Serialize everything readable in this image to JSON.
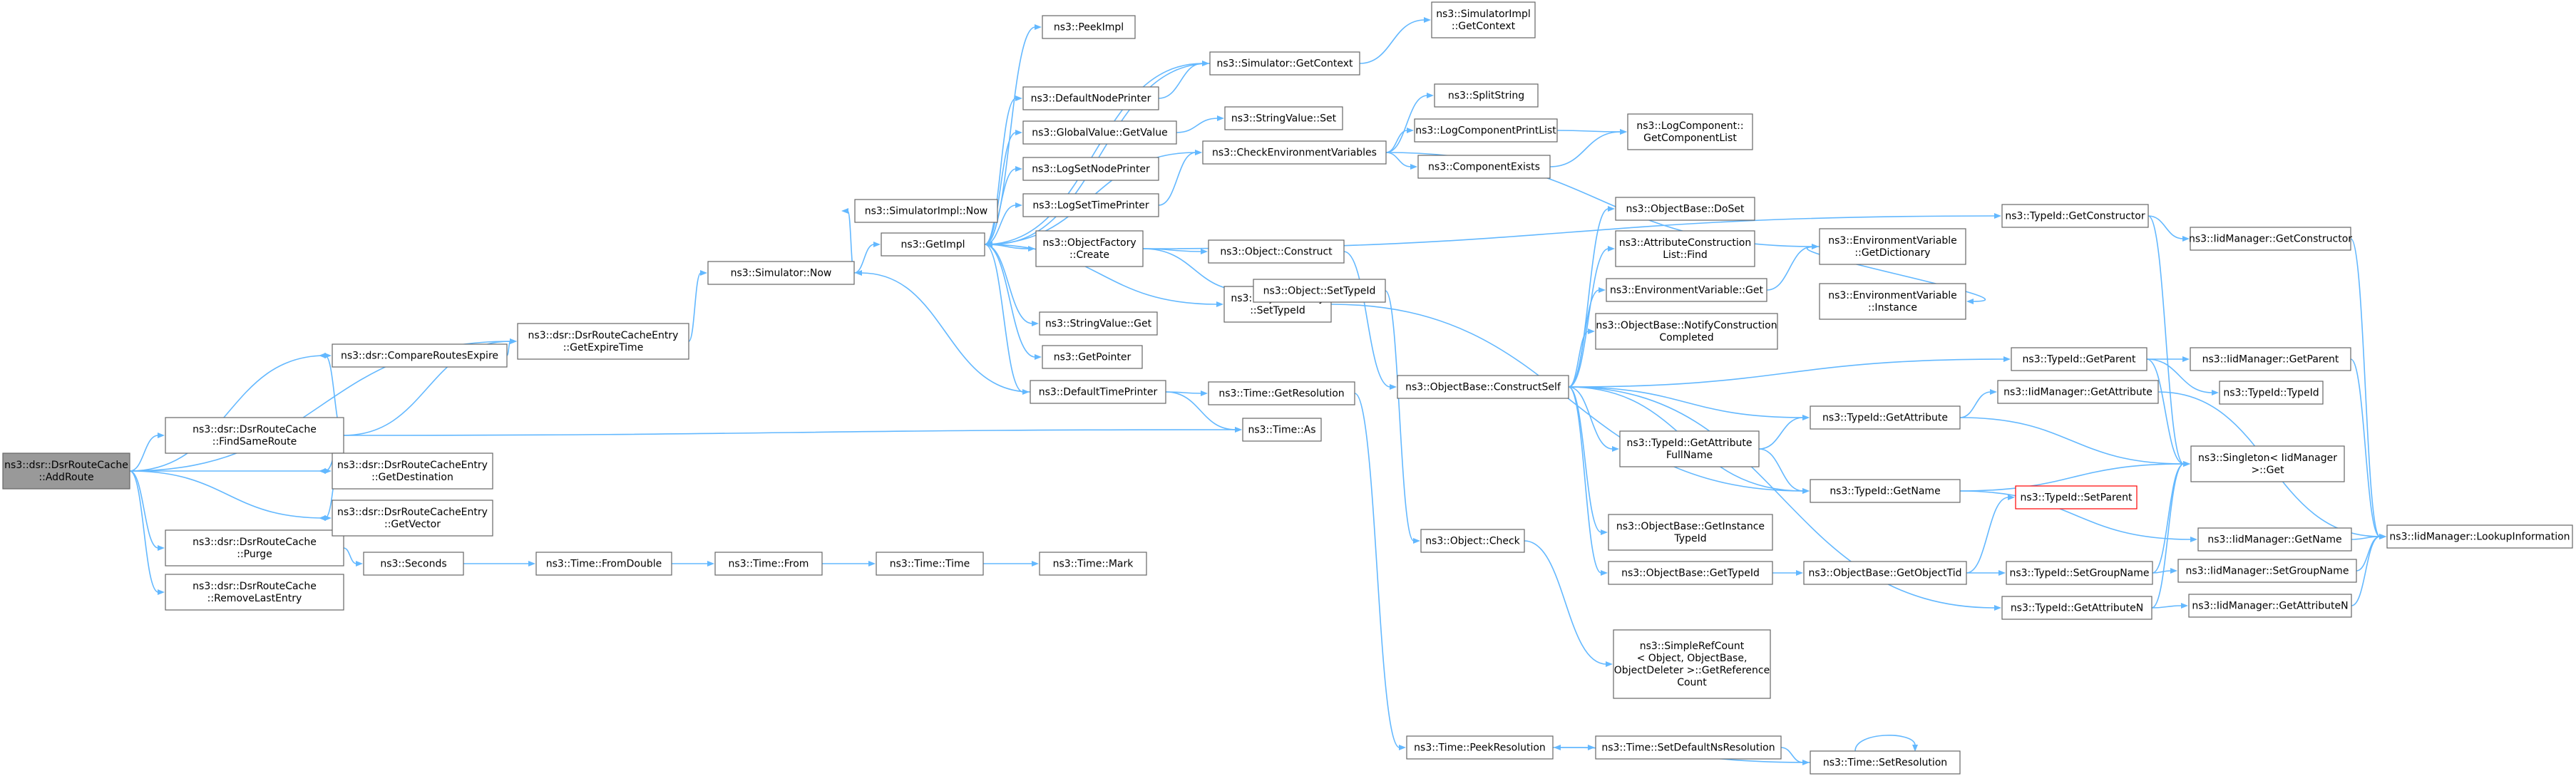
{
  "colors": {
    "edge": "#63b8ff",
    "node_border": "#666666",
    "root_fill": "#999999",
    "highlight_border": "#ff0000"
  },
  "nodes": [
    {
      "id": "addroute",
      "lines": [
        "ns3::dsr::DsrRouteCache",
        "::AddRoute"
      ],
      "root": true
    },
    {
      "id": "findsameroute",
      "lines": [
        "ns3::dsr::DsrRouteCache",
        "::FindSameRoute"
      ]
    },
    {
      "id": "purge",
      "lines": [
        "ns3::dsr::DsrRouteCache",
        "::Purge"
      ]
    },
    {
      "id": "removelastentry",
      "lines": [
        "ns3::dsr::DsrRouteCache",
        "::RemoveLastEntry"
      ]
    },
    {
      "id": "compareroutesexpire",
      "lines": [
        "ns3::dsr::CompareRoutesExpire"
      ]
    },
    {
      "id": "getexpiretime",
      "lines": [
        "ns3::dsr::DsrRouteCacheEntry",
        "::GetExpireTime"
      ]
    },
    {
      "id": "getdestination",
      "lines": [
        "ns3::dsr::DsrRouteCacheEntry",
        "::GetDestination"
      ]
    },
    {
      "id": "getvector",
      "lines": [
        "ns3::dsr::DsrRouteCacheEntry",
        "::GetVector"
      ]
    },
    {
      "id": "seconds",
      "lines": [
        "ns3::Seconds"
      ]
    },
    {
      "id": "simnow",
      "lines": [
        "ns3::Simulator::Now"
      ]
    },
    {
      "id": "timeas",
      "lines": [
        "ns3::Time::As"
      ]
    },
    {
      "id": "fromdouble",
      "lines": [
        "ns3::Time::FromDouble"
      ]
    },
    {
      "id": "timefrom",
      "lines": [
        "ns3::Time::From"
      ]
    },
    {
      "id": "timetime",
      "lines": [
        "ns3::Time::Time"
      ]
    },
    {
      "id": "timemark",
      "lines": [
        "ns3::Time::Mark"
      ]
    },
    {
      "id": "simimplnow",
      "lines": [
        "ns3::SimulatorImpl::Now"
      ]
    },
    {
      "id": "getimpl",
      "lines": [
        "ns3::GetImpl"
      ]
    },
    {
      "id": "peekimpl",
      "lines": [
        "ns3::PeekImpl"
      ]
    },
    {
      "id": "defaultnodeprinter",
      "lines": [
        "ns3::DefaultNodePrinter"
      ]
    },
    {
      "id": "globalvaluegetvalue",
      "lines": [
        "ns3::GlobalValue::GetValue"
      ]
    },
    {
      "id": "logsetnodeprinter",
      "lines": [
        "ns3::LogSetNodePrinter"
      ]
    },
    {
      "id": "logsettimeprinter",
      "lines": [
        "ns3::LogSetTimePrinter"
      ]
    },
    {
      "id": "objfactorycreate",
      "lines": [
        "ns3::ObjectFactory",
        "::Create"
      ]
    },
    {
      "id": "stringvalueget",
      "lines": [
        "ns3::StringValue::Get"
      ]
    },
    {
      "id": "getpointer",
      "lines": [
        "ns3::GetPointer"
      ]
    },
    {
      "id": "defaulttimeprinter",
      "lines": [
        "ns3::DefaultTimePrinter"
      ]
    },
    {
      "id": "objfactorysettypeid",
      "lines": [
        "ns3::ObjectFactory",
        "::SetTypeId"
      ]
    },
    {
      "id": "simgetcontext",
      "lines": [
        "ns3::Simulator::GetContext"
      ]
    },
    {
      "id": "simimplgetcontext",
      "lines": [
        "ns3::SimulatorImpl",
        "::GetContext"
      ]
    },
    {
      "id": "stringvalueset",
      "lines": [
        "ns3::StringValue::Set"
      ]
    },
    {
      "id": "checkenvvars",
      "lines": [
        "ns3::CheckEnvironmentVariables"
      ]
    },
    {
      "id": "objectconstruct",
      "lines": [
        "ns3::Object::Construct"
      ]
    },
    {
      "id": "objectsettypeid",
      "lines": [
        "ns3::Object::SetTypeId"
      ]
    },
    {
      "id": "timegetresolution",
      "lines": [
        "ns3::Time::GetResolution"
      ]
    },
    {
      "id": "splitstring",
      "lines": [
        "ns3::SplitString"
      ]
    },
    {
      "id": "logcompprintlist",
      "lines": [
        "ns3::LogComponentPrintList"
      ]
    },
    {
      "id": "componentexists",
      "lines": [
        "ns3::ComponentExists"
      ]
    },
    {
      "id": "logcompgetlist",
      "lines": [
        "ns3::LogComponent::",
        "GetComponentList"
      ]
    },
    {
      "id": "constructself",
      "lines": [
        "ns3::ObjectBase::ConstructSelf"
      ]
    },
    {
      "id": "objectcheck",
      "lines": [
        "ns3::Object::Check"
      ]
    },
    {
      "id": "simplerefcount",
      "lines": [
        "ns3::SimpleRefCount",
        "< Object, ObjectBase,",
        "ObjectDeleter >::GetReference",
        "Count"
      ]
    },
    {
      "id": "peekresolution",
      "lines": [
        "ns3::Time::PeekResolution"
      ]
    },
    {
      "id": "setdefaultnsres",
      "lines": [
        "ns3::Time::SetDefaultNsResolution"
      ]
    },
    {
      "id": "setresolution",
      "lines": [
        "ns3::Time::SetResolution"
      ]
    },
    {
      "id": "objbasedoset",
      "lines": [
        "ns3::ObjectBase::DoSet"
      ]
    },
    {
      "id": "attrconstructlistfind",
      "lines": [
        "ns3::AttributeConstruction",
        "List::Find"
      ]
    },
    {
      "id": "envvarget",
      "lines": [
        "ns3::EnvironmentVariable::Get"
      ]
    },
    {
      "id": "notifyconstruct",
      "lines": [
        "ns3::ObjectBase::NotifyConstruction",
        "Completed"
      ]
    },
    {
      "id": "typeidgetattrfullname",
      "lines": [
        "ns3::TypeId::GetAttribute",
        "FullName"
      ]
    },
    {
      "id": "objbasegetinstancetypeid",
      "lines": [
        "ns3::ObjectBase::GetInstance",
        "TypeId"
      ]
    },
    {
      "id": "objbasegettypeid",
      "lines": [
        "ns3::ObjectBase::GetTypeId"
      ]
    },
    {
      "id": "envvargetdictionary",
      "lines": [
        "ns3::EnvironmentVariable",
        "::GetDictionary"
      ]
    },
    {
      "id": "envvarinstance",
      "lines": [
        "ns3::EnvironmentVariable",
        "::Instance"
      ]
    },
    {
      "id": "typeidgetattribute",
      "lines": [
        "ns3::TypeId::GetAttribute"
      ]
    },
    {
      "id": "typeidgetname",
      "lines": [
        "ns3::TypeId::GetName"
      ]
    },
    {
      "id": "getobjecttid",
      "lines": [
        "ns3::ObjectBase::GetObjectTid"
      ]
    },
    {
      "id": "typeidgetconstructor",
      "lines": [
        "ns3::TypeId::GetConstructor"
      ]
    },
    {
      "id": "typeidgetparent",
      "lines": [
        "ns3::TypeId::GetParent"
      ]
    },
    {
      "id": "typeidsetparent",
      "lines": [
        "ns3::TypeId::SetParent"
      ],
      "highlight": true
    },
    {
      "id": "typeidsetgroupname",
      "lines": [
        "ns3::TypeId::SetGroupName"
      ]
    },
    {
      "id": "typeidgetattributen",
      "lines": [
        "ns3::TypeId::GetAttributeN"
      ]
    },
    {
      "id": "iidgetattribute",
      "lines": [
        "ns3::IidManager::GetAttribute"
      ]
    },
    {
      "id": "iidgetconstructor",
      "lines": [
        "ns3::IidManager::GetConstructor"
      ]
    },
    {
      "id": "iidgetparent",
      "lines": [
        "ns3::IidManager::GetParent"
      ]
    },
    {
      "id": "typeidtypeid",
      "lines": [
        "ns3::TypeId::TypeId"
      ]
    },
    {
      "id": "singletonget",
      "lines": [
        "ns3::Singleton< IidManager",
        ">::Get"
      ]
    },
    {
      "id": "iidgetname",
      "lines": [
        "ns3::IidManager::GetName"
      ]
    },
    {
      "id": "iidsetgroupname",
      "lines": [
        "ns3::IidManager::SetGroupName"
      ]
    },
    {
      "id": "iidgetattributen",
      "lines": [
        "ns3::IidManager::GetAttributeN"
      ]
    },
    {
      "id": "iidlookupinfo",
      "lines": [
        "ns3::IidManager::LookupInformation"
      ]
    }
  ],
  "edges": [
    [
      "addroute",
      "findsameroute"
    ],
    [
      "addroute",
      "compareroutesexpire"
    ],
    [
      "addroute",
      "getexpiretime"
    ],
    [
      "addroute",
      "getdestination"
    ],
    [
      "addroute",
      "getvector"
    ],
    [
      "addroute",
      "purge"
    ],
    [
      "addroute",
      "removelastentry"
    ],
    [
      "findsameroute",
      "compareroutesexpire"
    ],
    [
      "findsameroute",
      "getexpiretime"
    ],
    [
      "findsameroute",
      "getdestination"
    ],
    [
      "findsameroute",
      "getvector"
    ],
    [
      "findsameroute",
      "timeas"
    ],
    [
      "compareroutesexpire",
      "getexpiretime"
    ],
    [
      "getexpiretime",
      "simnow"
    ],
    [
      "purge",
      "seconds"
    ],
    [
      "seconds",
      "fromdouble"
    ],
    [
      "fromdouble",
      "timefrom"
    ],
    [
      "timefrom",
      "timetime"
    ],
    [
      "timetime",
      "timemark"
    ],
    [
      "simnow",
      "simimplnow"
    ],
    [
      "simnow",
      "getimpl"
    ],
    [
      "getimpl",
      "peekimpl"
    ],
    [
      "getimpl",
      "defaultnodeprinter"
    ],
    [
      "getimpl",
      "globalvaluegetvalue"
    ],
    [
      "getimpl",
      "logsetnodeprinter"
    ],
    [
      "getimpl",
      "logsettimeprinter"
    ],
    [
      "getimpl",
      "objfactorycreate"
    ],
    [
      "getimpl",
      "stringvalueget"
    ],
    [
      "getimpl",
      "getpointer"
    ],
    [
      "getimpl",
      "defaulttimeprinter"
    ],
    [
      "getimpl",
      "objfactorysettypeid"
    ],
    [
      "getimpl",
      "simgetcontext"
    ],
    [
      "getimpl",
      "checkenvvars"
    ],
    [
      "defaultnodeprinter",
      "simgetcontext"
    ],
    [
      "simgetcontext",
      "simimplgetcontext"
    ],
    [
      "simgetcontext",
      "getimpl"
    ],
    [
      "globalvaluegetvalue",
      "stringvalueset"
    ],
    [
      "logsettimeprinter",
      "checkenvvars"
    ],
    [
      "checkenvvars",
      "envvargetdictionary"
    ],
    [
      "checkenvvars",
      "splitstring"
    ],
    [
      "checkenvvars",
      "logcompprintlist"
    ],
    [
      "checkenvvars",
      "componentexists"
    ],
    [
      "logcompprintlist",
      "logcompgetlist"
    ],
    [
      "componentexists",
      "logcompgetlist"
    ],
    [
      "objfactorycreate",
      "objectconstruct"
    ],
    [
      "objfactorycreate",
      "objectsettypeid"
    ],
    [
      "objfactorycreate",
      "typeidgetconstructor"
    ],
    [
      "objectconstruct",
      "constructself"
    ],
    [
      "objectsettypeid",
      "objectcheck"
    ],
    [
      "objfactorysettypeid",
      "typeidgetname"
    ],
    [
      "defaulttimeprinter",
      "simnow"
    ],
    [
      "defaulttimeprinter",
      "timegetresolution"
    ],
    [
      "defaulttimeprinter",
      "timeas"
    ],
    [
      "timegetresolution",
      "peekresolution"
    ],
    [
      "objectcheck",
      "simplerefcount"
    ],
    [
      "peekresolution",
      "setdefaultnsres"
    ],
    [
      "setdefaultnsres",
      "setresolution"
    ],
    [
      "setresolution",
      "peekresolution"
    ],
    [
      "setresolution",
      "setresolution"
    ],
    [
      "constructself",
      "objbasedoset"
    ],
    [
      "constructself",
      "attrconstructlistfind"
    ],
    [
      "constructself",
      "envvarget"
    ],
    [
      "constructself",
      "notifyconstruct"
    ],
    [
      "constructself",
      "typeidgetattrfullname"
    ],
    [
      "constructself",
      "objbasegetinstancetypeid"
    ],
    [
      "constructself",
      "objbasegettypeid"
    ],
    [
      "constructself",
      "typeidgetattribute"
    ],
    [
      "constructself",
      "typeidgetname"
    ],
    [
      "constructself",
      "typeidgetparent"
    ],
    [
      "constructself",
      "typeidgetattributen"
    ],
    [
      "envvarget",
      "envvargetdictionary"
    ],
    [
      "envvargetdictionary",
      "envvarinstance"
    ],
    [
      "typeidgetattrfullname",
      "typeidgetattribute"
    ],
    [
      "typeidgetattrfullname",
      "typeidgetname"
    ],
    [
      "objbasegettypeid",
      "getobjecttid"
    ],
    [
      "getobjecttid",
      "typeidsetparent"
    ],
    [
      "getobjecttid",
      "typeidsetgroupname"
    ],
    [
      "typeidgetattribute",
      "iidgetattribute"
    ],
    [
      "typeidgetattribute",
      "singletonget"
    ],
    [
      "typeidgetname",
      "iidgetname"
    ],
    [
      "typeidgetname",
      "singletonget"
    ],
    [
      "typeidgetconstructor",
      "iidgetconstructor"
    ],
    [
      "typeidgetconstructor",
      "singletonget"
    ],
    [
      "typeidgetparent",
      "iidgetparent"
    ],
    [
      "typeidgetparent",
      "typeidtypeid"
    ],
    [
      "typeidgetparent",
      "singletonget"
    ],
    [
      "typeidsetgroupname",
      "iidsetgroupname"
    ],
    [
      "typeidsetgroupname",
      "singletonget"
    ],
    [
      "typeidgetattributen",
      "iidgetattributen"
    ],
    [
      "typeidgetattributen",
      "singletonget"
    ],
    [
      "iidgetconstructor",
      "iidlookupinfo"
    ],
    [
      "iidgetparent",
      "iidlookupinfo"
    ],
    [
      "iidgetname",
      "iidlookupinfo"
    ],
    [
      "iidsetgroupname",
      "iidlookupinfo"
    ],
    [
      "iidgetattributen",
      "iidlookupinfo"
    ],
    [
      "iidgetattribute",
      "iidlookupinfo"
    ]
  ]
}
